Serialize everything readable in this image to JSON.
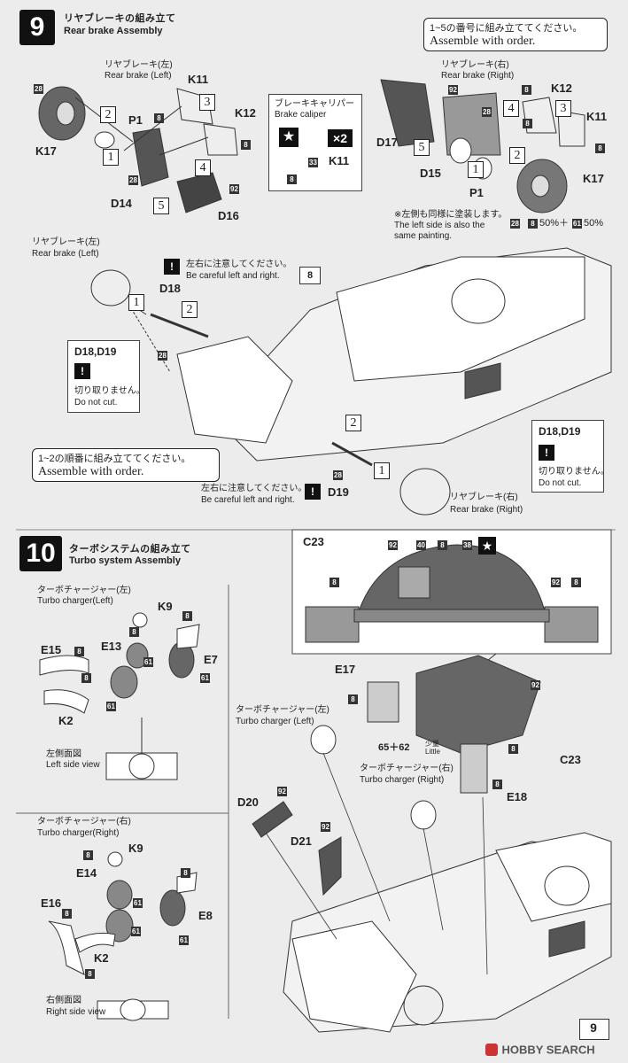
{
  "page_number": "9",
  "brand": "HOBBY SEARCH",
  "step9": {
    "number": "9",
    "title_jp": "リヤブレーキの組み立て",
    "title_en": "Rear brake Assembly",
    "order_note_jp": "1~5の番号に組み立ててください。",
    "order_note_en": "Assemble with order.",
    "left_label_jp": "リヤブレーキ(左)",
    "left_label_en": "Rear brake (Left)",
    "right_label_jp": "リヤブレーキ(右)",
    "right_label_en": "Rear brake (Right)",
    "caliper_jp": "ブレーキキャリパー",
    "caliper_en": "Brake caliper",
    "times": "×2",
    "painting_note_jp": "※左側も同様に塗装します。",
    "painting_note_en1": "The left side is also the",
    "painting_note_en2": "same painting.",
    "mix": "50%＋",
    "mix2": "50%",
    "parts": [
      "K17",
      "P1",
      "K11",
      "K12",
      "D14",
      "D16",
      "D17",
      "D15",
      "K11",
      "D18",
      "D19",
      "C23",
      "E17",
      "E18",
      "E15",
      "E13",
      "E7",
      "K9",
      "K2",
      "E14",
      "E16",
      "E8",
      "D20",
      "D21"
    ],
    "care_jp": "左右に注意してください。",
    "care_en": "Be careful left and right.",
    "care2_jp": "左右に注意してください。",
    "care2_en": "Be careful left and right.",
    "order2_jp": "1~2の順番に組み立ててください。",
    "order2_en": "Assemble with order.",
    "dontcut_title": "D18,D19",
    "dontcut_jp": "切り取りません。",
    "dontcut_en": "Do not cut.",
    "dontcut2_title": "D18,D19",
    "dontcut2_jp": "切り取りません。",
    "dontcut2_en": "Do not cut.",
    "lower_left_jp": "リヤブレーキ(左)",
    "lower_left_en": "Rear brake (Left)",
    "lower_right_jp": "リヤブレーキ(右)",
    "lower_right_en": "Rear brake (Right)"
  },
  "step10": {
    "number": "10",
    "title_jp": "ターボシステムの組み立て",
    "title_en": "Turbo system Assembly",
    "tl_jp": "ターボチャージャー(左)",
    "tl_en": "Turbo charger(Left)",
    "left_view_jp": "左側面図",
    "left_view_en": "Left side view",
    "tr_jp": "ターボチャージャー(右)",
    "tr_en": "Turbo charger(Right)",
    "right_view_jp": "右側面図",
    "right_view_en": "Right side view",
    "mid_left_jp": "ターボチャージャー(左)",
    "mid_left_en": "Turbo charger (Left)",
    "mid_right_jp": "ターボチャージャー(右)",
    "mid_right_en": "Turbo charger (Right)",
    "little_jp": "少量",
    "little_en": "Little",
    "plus": "65＋62"
  }
}
